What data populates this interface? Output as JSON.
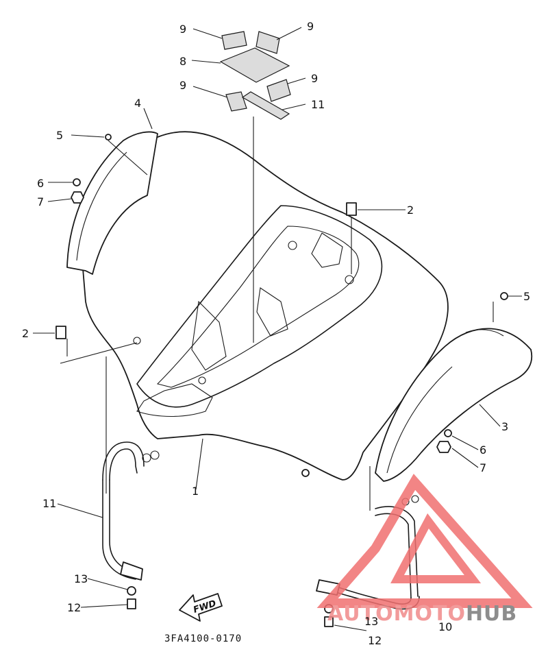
{
  "callouts": [
    {
      "id": "c9a",
      "text": "9"
    },
    {
      "id": "c9b",
      "text": "9"
    },
    {
      "id": "c8",
      "text": "8"
    },
    {
      "id": "c9c",
      "text": "9"
    },
    {
      "id": "c9d",
      "text": "9"
    },
    {
      "id": "c11a",
      "text": "11"
    },
    {
      "id": "c4",
      "text": "4"
    },
    {
      "id": "c5a",
      "text": "5"
    },
    {
      "id": "c6a",
      "text": "6"
    },
    {
      "id": "c7a",
      "text": "7"
    },
    {
      "id": "c2a",
      "text": "2"
    },
    {
      "id": "c5b",
      "text": "5"
    },
    {
      "id": "c2b",
      "text": "2"
    },
    {
      "id": "c3",
      "text": "3"
    },
    {
      "id": "c6b",
      "text": "6"
    },
    {
      "id": "c7b",
      "text": "7"
    },
    {
      "id": "c1",
      "text": "1"
    },
    {
      "id": "c11b",
      "text": "11"
    },
    {
      "id": "c13a",
      "text": "13"
    },
    {
      "id": "c12a",
      "text": "12"
    },
    {
      "id": "c13b",
      "text": "13"
    },
    {
      "id": "c10",
      "text": "10"
    },
    {
      "id": "c12b",
      "text": "12"
    }
  ],
  "fwd_label": "FWD",
  "diagram_code": "3FA4100-0170",
  "watermark": {
    "part1": "AUTOMOTO",
    "part2": "HUB",
    "color1": "#f08a8a",
    "color2": "#7a7a7a",
    "logo_color": "#f07070"
  }
}
